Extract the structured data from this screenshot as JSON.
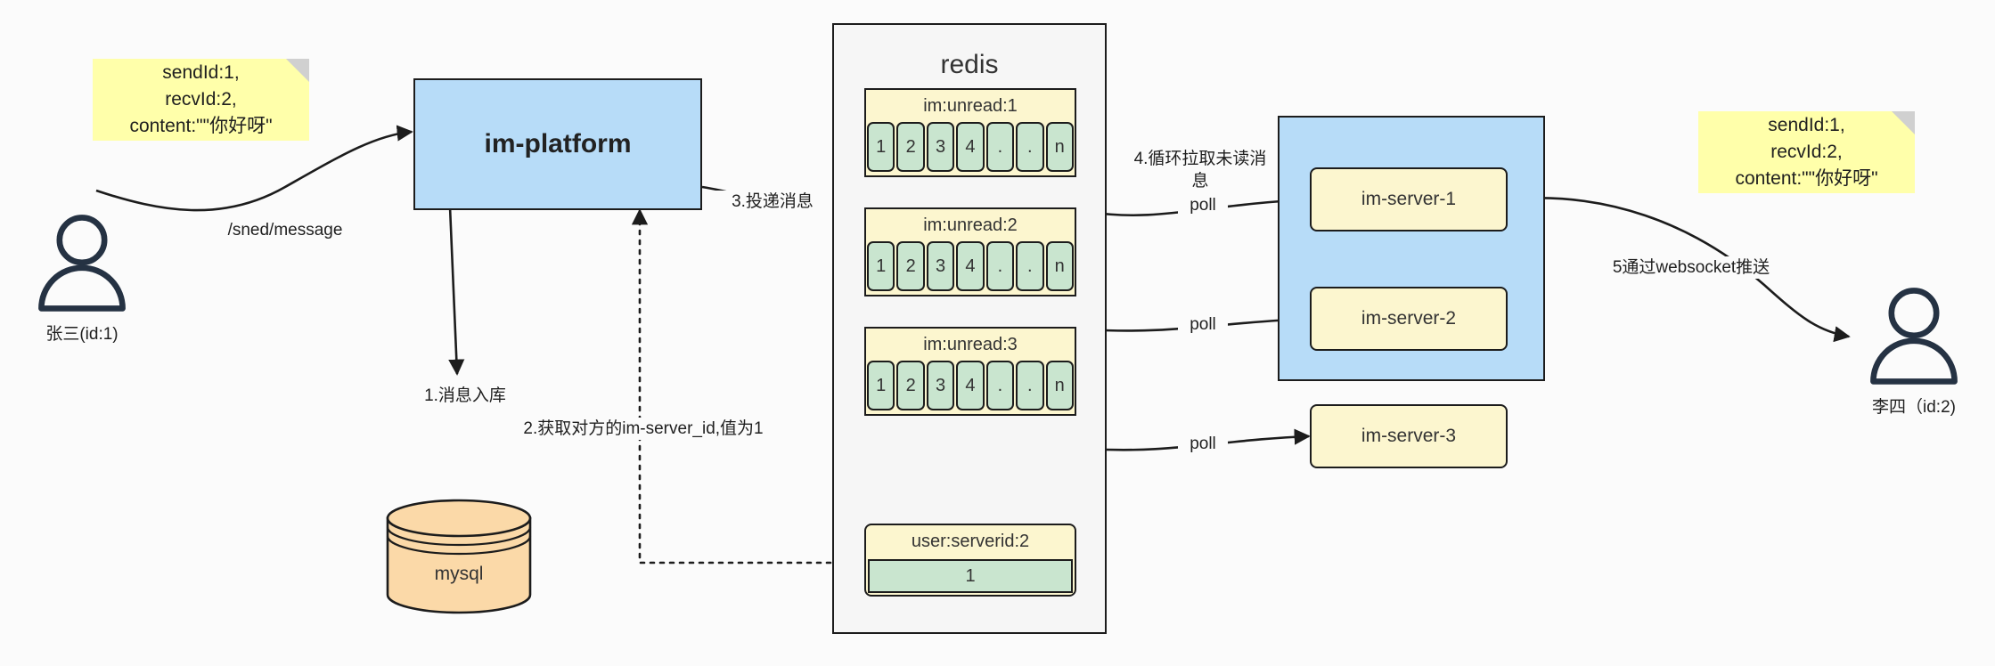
{
  "diagram": {
    "title": "IM message delivery architecture",
    "colors": {
      "sticky": "#ffffaa",
      "platform_blue": "#b7dcf8",
      "redis_bg": "#f6f6f6",
      "key_yellow": "#fcf6cf",
      "cell_green": "#c9e5cf",
      "mysql_orange": "#fbd9a8",
      "stroke": "#1c1c1c",
      "page_bg": "#fbfbfb"
    }
  },
  "notes": {
    "left": "sendId:1,\nrecvId:2,\ncontent:\"\"你好呀\"",
    "right": "sendId:1,\nrecvId:2,\ncontent:\"\"你好呀\""
  },
  "actors": {
    "sender": {
      "label": "张三(id:1)",
      "icon": "person-icon"
    },
    "receiver": {
      "label": "李四（id:2)",
      "icon": "person-icon"
    }
  },
  "platform": {
    "label": "im-platform"
  },
  "mysql": {
    "label": "mysql",
    "icon": "database-cylinder-icon"
  },
  "redis": {
    "title": "redis",
    "keys": [
      {
        "key": "im:unread:1",
        "cells": [
          "1",
          "2",
          "3",
          "4",
          ".",
          ".",
          "n"
        ]
      },
      {
        "key": "im:unread:2",
        "cells": [
          "1",
          "2",
          "3",
          "4",
          ".",
          ".",
          "n"
        ]
      },
      {
        "key": "im:unread:3",
        "cells": [
          "1",
          "2",
          "3",
          "4",
          ".",
          ".",
          "n"
        ]
      }
    ],
    "serverid": {
      "key": "user:serverid:2",
      "value": "1"
    }
  },
  "servers": [
    {
      "label": "im-server-1"
    },
    {
      "label": "im-server-2"
    },
    {
      "label": "im-server-3"
    }
  ],
  "edges": {
    "send_message": "/sned/message",
    "step1": "1.消息入库",
    "step2": "2.获取对方的im-server_id,值为1",
    "step3": "3.投递消息",
    "step4": "4.循环拉取未读消\n息",
    "poll1": "poll",
    "poll2": "poll",
    "poll3": "poll",
    "step5": "5通过websocket推送"
  }
}
